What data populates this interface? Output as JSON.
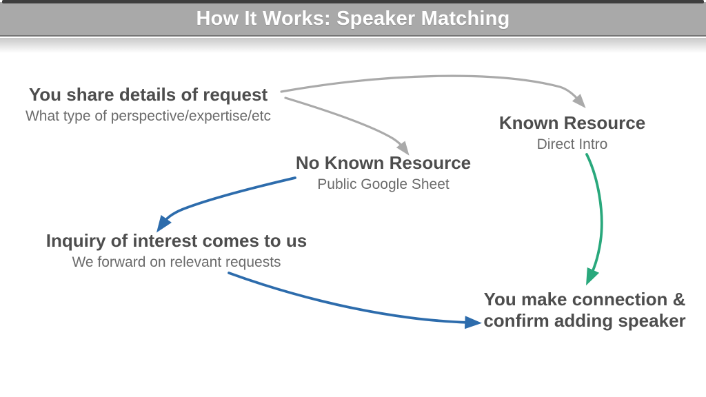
{
  "slide": {
    "title": "How It Works: Speaker Matching"
  },
  "nodes": {
    "share": {
      "title": "You share details of request",
      "subtitle": "What type of perspective/expertise/etc"
    },
    "known": {
      "title": "Known Resource",
      "subtitle": "Direct Intro"
    },
    "no_known": {
      "title": "No Known Resource",
      "subtitle": "Public Google Sheet"
    },
    "inquiry": {
      "title": "Inquiry of interest comes to us",
      "subtitle": "We forward on relevant requests"
    },
    "connect": {
      "title_line1": "You make connection &",
      "title_line2": "confirm adding speaker"
    }
  },
  "edges": [
    {
      "from": "You share details of request",
      "to": "Known Resource",
      "color": "gray"
    },
    {
      "from": "You share details of request",
      "to": "No Known Resource",
      "color": "gray"
    },
    {
      "from": "Known Resource",
      "to": "You make connection & confirm adding speaker",
      "color": "green"
    },
    {
      "from": "No Known Resource",
      "to": "Inquiry of interest comes to us",
      "color": "blue"
    },
    {
      "from": "Inquiry of interest comes to us",
      "to": "You make connection & confirm adding speaker",
      "color": "blue"
    }
  ],
  "colors": {
    "header_bg": "#a9a9a9",
    "header_text": "#ffffff",
    "heading_text": "#4d4d4d",
    "subtitle_text": "#6b6b6b",
    "arrow_gray": "#aaaaaa",
    "arrow_blue": "#2d6cac",
    "arrow_green": "#29a87c"
  }
}
